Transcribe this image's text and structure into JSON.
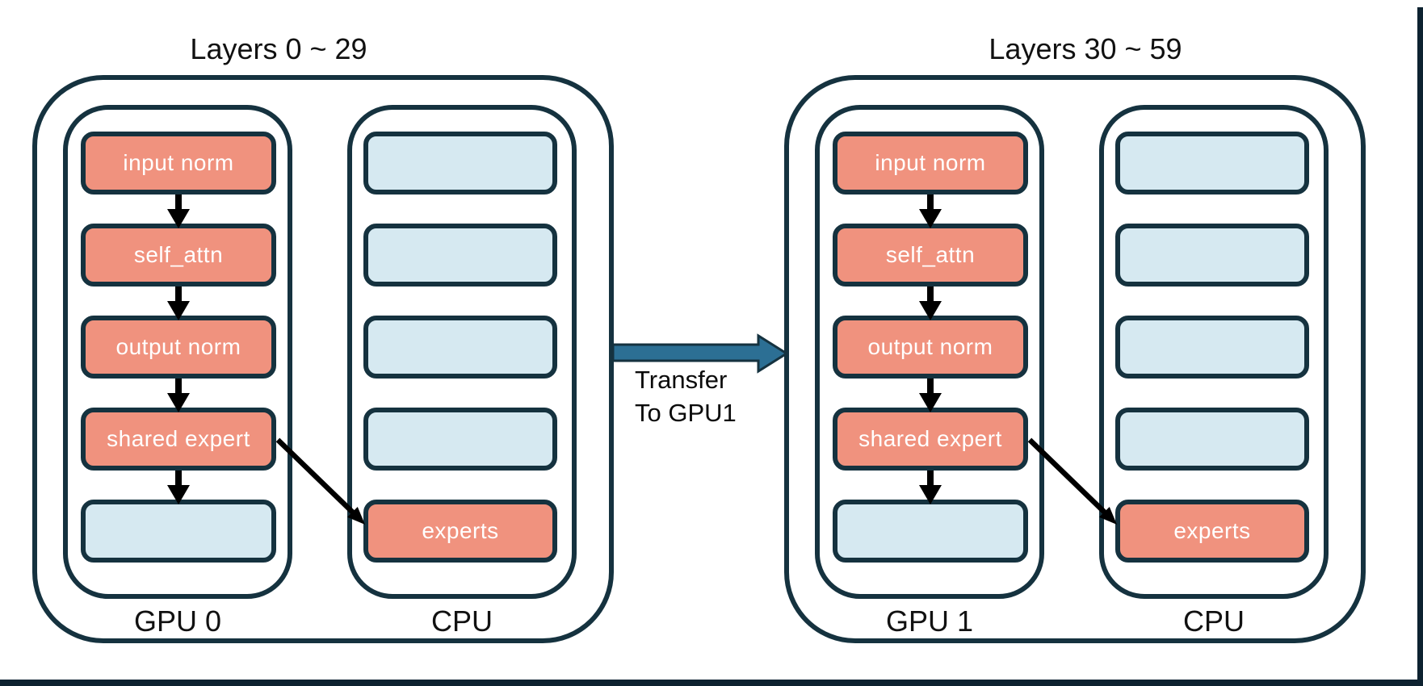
{
  "colors": {
    "border_navy": "#15323f",
    "salmon_fill": "#f0927e",
    "light_blue_fill": "#d6e9f1",
    "transfer_arrow_blue": "#2c6f94",
    "flow_arrow_black": "#000000",
    "edge_strip_dark": "#0d2230",
    "box_text_white": "#ffffff",
    "diagram_text_black": "#111111"
  },
  "groups": [
    {
      "title": "Layers 0 ~ 29",
      "gpu": {
        "label": "GPU 0",
        "boxes": [
          {
            "label": "input norm"
          },
          {
            "label": "self_attn"
          },
          {
            "label": "output norm"
          },
          {
            "label": "shared expert"
          },
          {
            "label": ""
          }
        ]
      },
      "cpu": {
        "label": "CPU",
        "boxes": [
          {
            "label": ""
          },
          {
            "label": ""
          },
          {
            "label": ""
          },
          {
            "label": ""
          },
          {
            "label": "experts"
          }
        ]
      }
    },
    {
      "title": "Layers 30 ~ 59",
      "gpu": {
        "label": "GPU 1",
        "boxes": [
          {
            "label": "input norm"
          },
          {
            "label": "self_attn"
          },
          {
            "label": "output norm"
          },
          {
            "label": "shared expert"
          },
          {
            "label": ""
          }
        ]
      },
      "cpu": {
        "label": "CPU",
        "boxes": [
          {
            "label": ""
          },
          {
            "label": ""
          },
          {
            "label": ""
          },
          {
            "label": ""
          },
          {
            "label": "experts"
          }
        ]
      }
    }
  ],
  "transfer": {
    "line1": "Transfer",
    "line2": "To GPU1"
  }
}
